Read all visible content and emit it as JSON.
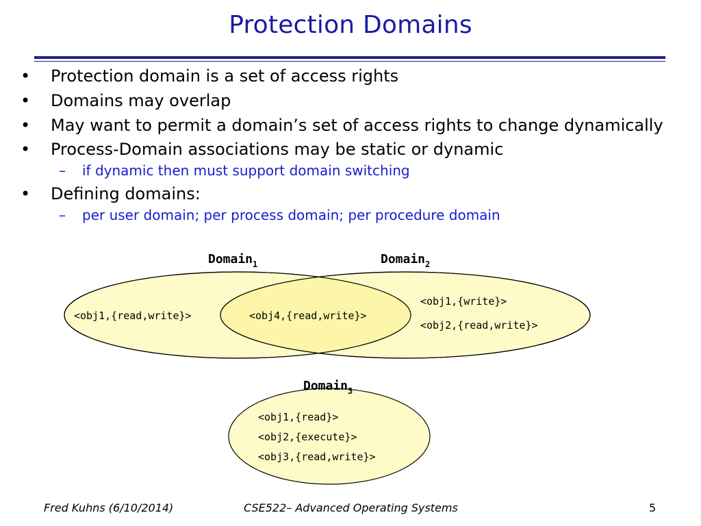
{
  "slide": {
    "title": "Protection Domains"
  },
  "bullets": [
    {
      "dot": "•",
      "text": "Protection domain is a set of access rights"
    },
    {
      "dot": "•",
      "text": "Domains may overlap"
    },
    {
      "dot": "•",
      "text": "May want to permit a domain’s set of access rights to change dynamically"
    },
    {
      "dot": "•",
      "text": "Process-Domain associations may be static or dynamic"
    },
    {
      "dash": "–",
      "text": "if dynamic then must support domain switching"
    },
    {
      "dot": "•",
      "text": "Defining domains:"
    },
    {
      "dash": "–",
      "text": "per user domain; per process domain; per procedure domain"
    }
  ],
  "diagram": {
    "domain1": {
      "label": "Domain",
      "sub": "1",
      "objects": [
        "<obj1,{read,write}>"
      ]
    },
    "overlap": {
      "objects": [
        "<obj4,{read,write}>"
      ]
    },
    "domain2": {
      "label": "Domain",
      "sub": "2",
      "objects": [
        "<obj1,{write}>",
        "<obj2,{read,write}>"
      ]
    },
    "domain3": {
      "label": "Domain",
      "sub": "3",
      "objects": [
        "<obj1,{read}>",
        "<obj2,{execute}>",
        "<obj3,{read,write}>"
      ]
    },
    "colors": {
      "fill": "#fffbc8",
      "overlap": "#fdf6a8",
      "stroke": "#000000"
    }
  },
  "footer": {
    "author": "Fred Kuhns (6/10/2014)",
    "course": "CSE522– Advanced Operating Systems",
    "page": "5"
  }
}
